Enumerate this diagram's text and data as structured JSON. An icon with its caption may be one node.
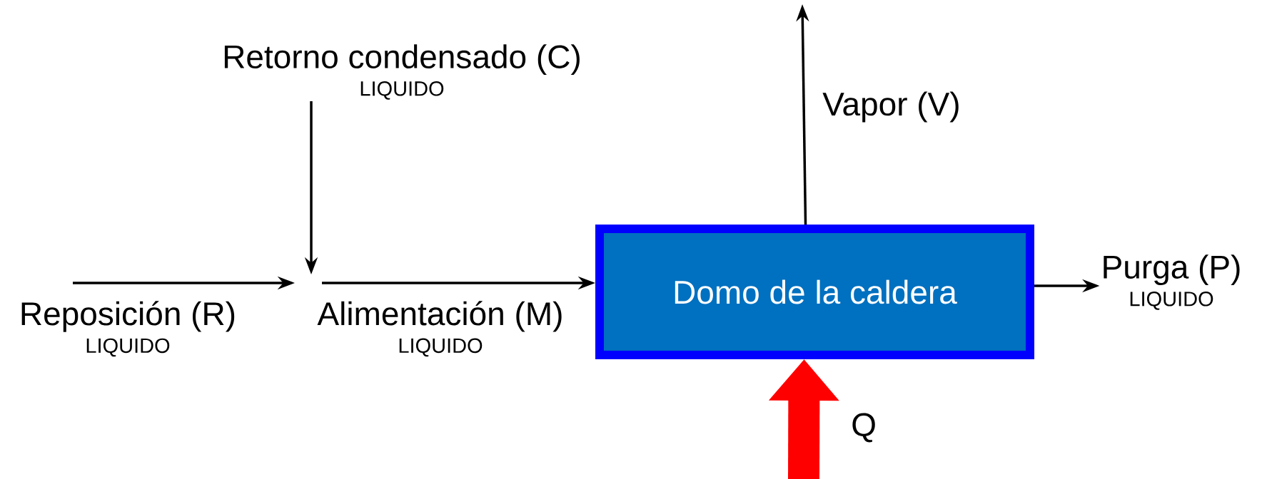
{
  "diagram": {
    "nodes": [
      {
        "text": [
          "Retorno condensado (C)",
          "LIQUIDO"
        ]
      },
      {
        "text": [
          "Reposición (R)",
          "LIQUIDO"
        ]
      },
      {
        "text": [
          "Alimentación (M)",
          "LIQUIDO"
        ]
      },
      {
        "text": [
          "Domo de la caldera"
        ]
      },
      {
        "text": [
          "Purga (P)",
          "LIQUIDO"
        ]
      }
    ],
    "edges": [
      {
        "from": 0,
        "to": 2,
        "arrow": "to"
      },
      {
        "from": 1,
        "to": 2,
        "arrow": "to"
      },
      {
        "from": 2,
        "to": 3,
        "arrow": "to"
      },
      {
        "from": 3,
        "to": null,
        "arrow": "to",
        "label": "Vapor (V)"
      },
      {
        "from": 3,
        "to": 4,
        "arrow": "to"
      },
      {
        "from": null,
        "to": 3,
        "arrow": "to",
        "label": "Q",
        "style": "thick",
        "color": "#ff0000"
      }
    ]
  }
}
